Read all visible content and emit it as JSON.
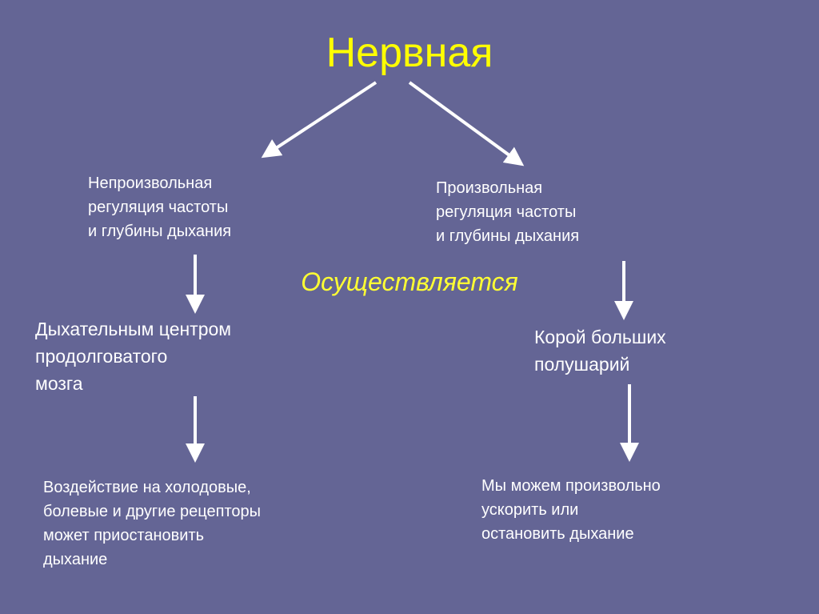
{
  "slide": {
    "title": "Нервная",
    "subtitle": "Осуществляется",
    "left": {
      "regulation": "Непроизвольная\nрегуляция частоты\nи глубины дыхания",
      "center": "Дыхательным центром\nпродолговатого\nмозга",
      "effect": "Воздействие на холодовые,\nболевые и другие рецепторы\nможет приостановить\nдыхание"
    },
    "right": {
      "regulation": "Произвольная\nрегуляция частоты\nи глубины дыхания",
      "center": "Корой больших\n полушарий",
      "effect": "Мы можем произвольно\nускорить или\nостановить дыхание"
    }
  },
  "colors": {
    "background": "#646595",
    "title": "#ffff00",
    "subtitle": "#ffff33",
    "text": "#ffffff",
    "arrow": "#ffffff"
  }
}
